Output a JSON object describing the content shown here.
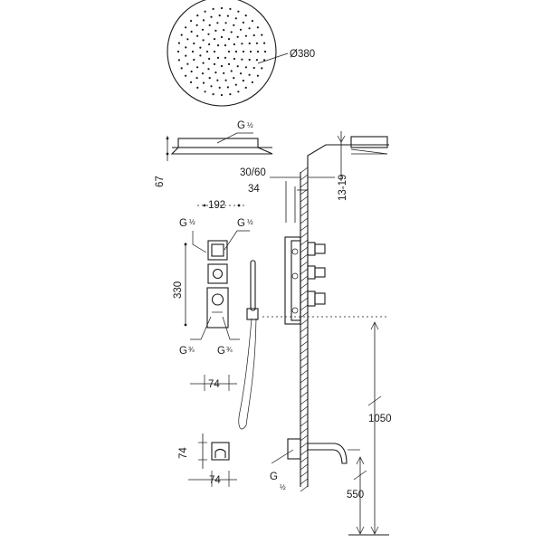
{
  "labels": {
    "head_diameter": "Ø380",
    "head_inlet_thread": "G",
    "head_inlet_frac": "½",
    "head_thickness": "67",
    "wall_depth_range": "30/60",
    "wall_offset": "34",
    "head_recess": "13-19",
    "valve_spacing": "192",
    "valve_thread_left": "G",
    "valve_thread_left_frac": "½",
    "valve_thread_right": "G",
    "valve_thread_right_frac": "½",
    "valve_height": "330",
    "outlet_thread_left": "G",
    "outlet_thread_left_frac": "¾",
    "outlet_thread_right": "G",
    "outlet_thread_right_frac": "¾",
    "valve_width": "74",
    "spout_height_total": "1050",
    "spout_plate_height": "74",
    "spout_plate_width": "74",
    "spout_thread": "G",
    "spout_thread_frac": "½",
    "spout_height": "550"
  }
}
